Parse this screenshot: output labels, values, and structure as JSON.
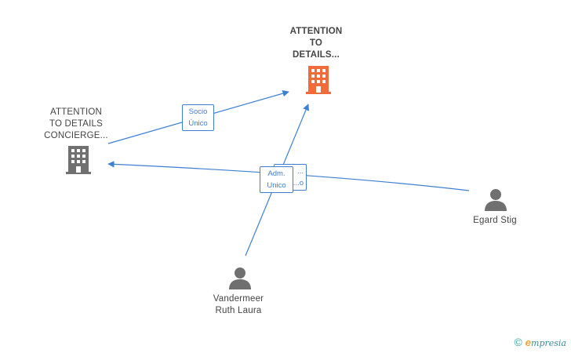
{
  "colors": {
    "edge": "#3d7fd1",
    "company_main": "#f26b3a",
    "company": "#707070",
    "person": "#707070"
  },
  "nodes": {
    "main_company": {
      "lines": [
        "ATTENTION",
        "TO",
        "DETAILS..."
      ],
      "icon": "building-icon"
    },
    "concierge_company": {
      "lines": [
        "ATTENTION",
        "TO DETAILS",
        "CONCIERGE..."
      ],
      "icon": "building-icon"
    },
    "egard": {
      "lines": [
        "Egard Stig"
      ],
      "icon": "person-icon"
    },
    "vandermeer": {
      "lines": [
        "Vandermeer",
        "Ruth Laura"
      ],
      "icon": "person-icon"
    }
  },
  "edges": {
    "socio_unico": {
      "lines": [
        "Socio",
        "Único"
      ]
    },
    "adm_unico_front": {
      "lines": [
        "Adm.",
        "Unico"
      ]
    },
    "adm_unico_back": {
      "lines": [
        "...",
        "...o"
      ]
    }
  },
  "brand": {
    "copyright": "©",
    "e": "e",
    "rest": "mpresia"
  }
}
